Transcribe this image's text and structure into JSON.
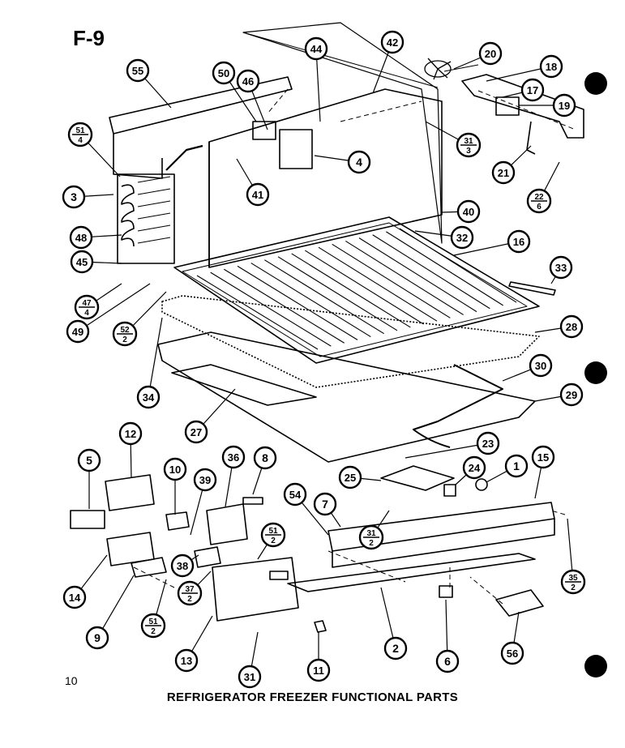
{
  "header": {
    "code": "F-9"
  },
  "footer": {
    "page_number": "10",
    "title": "REFRIGERATOR FREEZER FUNCTIONAL PARTS"
  },
  "callouts": [
    {
      "id": "55",
      "label": "55"
    },
    {
      "id": "50",
      "label": "50"
    },
    {
      "id": "46",
      "label": "46"
    },
    {
      "id": "44",
      "label": "44"
    },
    {
      "id": "42",
      "label": "42"
    },
    {
      "id": "20",
      "label": "20"
    },
    {
      "id": "18",
      "label": "18"
    },
    {
      "id": "17",
      "label": "17"
    },
    {
      "id": "19",
      "label": "19"
    },
    {
      "id": "4",
      "label": "4"
    },
    {
      "id": "41",
      "label": "41"
    },
    {
      "id": "21",
      "label": "21"
    },
    {
      "id": "3",
      "label": "3"
    },
    {
      "id": "40",
      "label": "40"
    },
    {
      "id": "32",
      "label": "32"
    },
    {
      "id": "16",
      "label": "16"
    },
    {
      "id": "48",
      "label": "48"
    },
    {
      "id": "45",
      "label": "45"
    },
    {
      "id": "33",
      "label": "33"
    },
    {
      "id": "49",
      "label": "49"
    },
    {
      "id": "28",
      "label": "28"
    },
    {
      "id": "34",
      "label": "34"
    },
    {
      "id": "30",
      "label": "30"
    },
    {
      "id": "29",
      "label": "29"
    },
    {
      "id": "27",
      "label": "27"
    },
    {
      "id": "12",
      "label": "12"
    },
    {
      "id": "36",
      "label": "36"
    },
    {
      "id": "8",
      "label": "8"
    },
    {
      "id": "23",
      "label": "23"
    },
    {
      "id": "5",
      "label": "5"
    },
    {
      "id": "10",
      "label": "10"
    },
    {
      "id": "39",
      "label": "39"
    },
    {
      "id": "24",
      "label": "24"
    },
    {
      "id": "1",
      "label": "1"
    },
    {
      "id": "15",
      "label": "15"
    },
    {
      "id": "25",
      "label": "25"
    },
    {
      "id": "54",
      "label": "54"
    },
    {
      "id": "7",
      "label": "7"
    },
    {
      "id": "38",
      "label": "38"
    },
    {
      "id": "14",
      "label": "14"
    },
    {
      "id": "9",
      "label": "9"
    },
    {
      "id": "13",
      "label": "13"
    },
    {
      "id": "2",
      "label": "2"
    },
    {
      "id": "6",
      "label": "6"
    },
    {
      "id": "56",
      "label": "56"
    },
    {
      "id": "31",
      "label": "31"
    },
    {
      "id": "11",
      "label": "11"
    }
  ],
  "fraction_callouts": [
    {
      "id": "51-4",
      "top": "51",
      "bottom": "4"
    },
    {
      "id": "31-3",
      "top": "31",
      "bottom": "3"
    },
    {
      "id": "22-6",
      "top": "22",
      "bottom": "6"
    },
    {
      "id": "47-4",
      "top": "47",
      "bottom": "4"
    },
    {
      "id": "52-2",
      "top": "52",
      "bottom": "2"
    },
    {
      "id": "51-2a",
      "top": "51",
      "bottom": "2"
    },
    {
      "id": "31-2",
      "top": "31",
      "bottom": "2"
    },
    {
      "id": "37-2",
      "top": "37",
      "bottom": "2"
    },
    {
      "id": "51-2b",
      "top": "51",
      "bottom": "2"
    },
    {
      "id": "35-2",
      "top": "35",
      "bottom": "2"
    }
  ]
}
